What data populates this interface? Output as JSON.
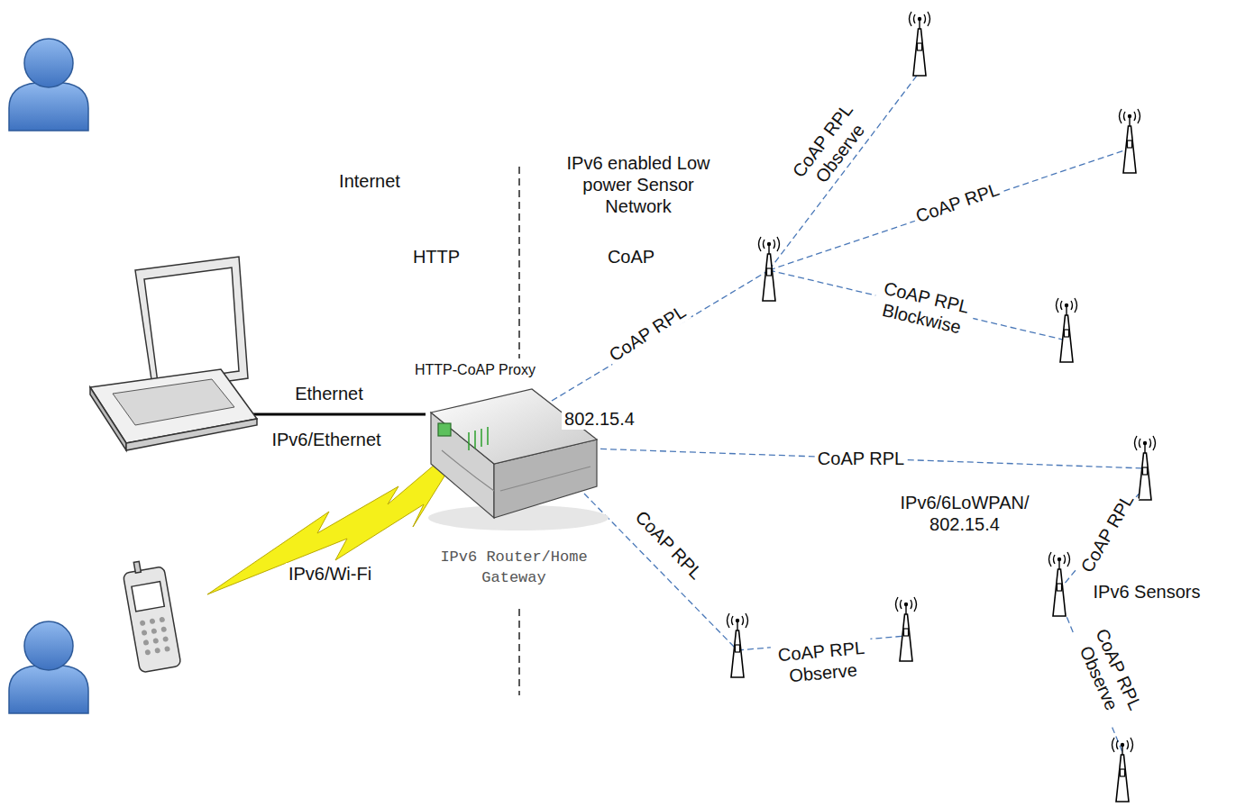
{
  "diagram": {
    "nodes": [
      {
        "text": [
          "HTTP-CoAP Proxy",
          "IPv6 Router/Home Gateway"
        ]
      }
    ],
    "labels": [
      "Internet",
      "IPv6 enabled Low power Sensor Network",
      "HTTP",
      "CoAP",
      "Ethernet",
      "IPv6/Ethernet",
      "IPv6/Wi-Fi",
      "802.15.4",
      "CoAP RPL",
      "CoAP RPL Observe",
      "CoAP RPL",
      "CoAP RPL Blockwise",
      "CoAP RPL",
      "IPv6/6LoWPAN/ 802.15.4",
      "CoAP RPL",
      "IPv6 Sensors",
      "CoAP RPL Observe",
      "CoAP RPL",
      "CoAP RPL Observe"
    ]
  }
}
